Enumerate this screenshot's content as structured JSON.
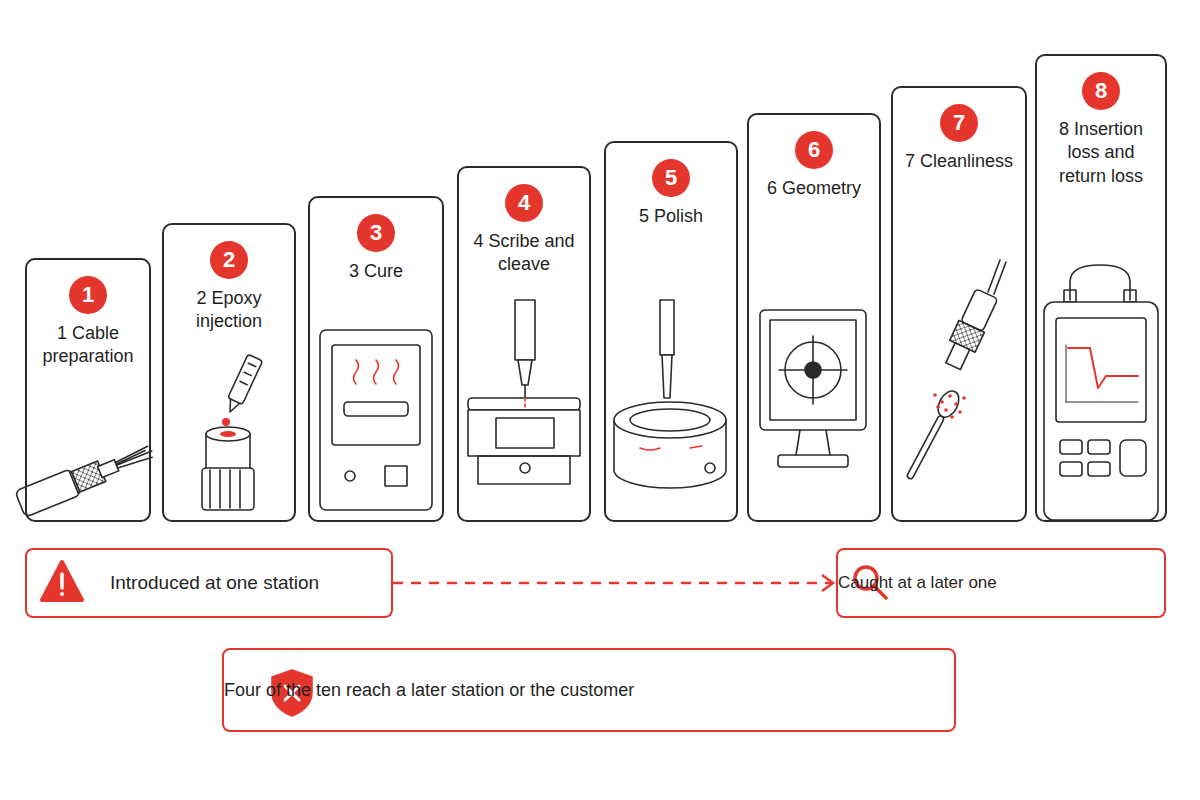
{
  "diagram": {
    "nodes": [
      {
        "text": [
          "1 Cable preparation"
        ]
      },
      {
        "text": [
          "1"
        ],
        "in": 0
      },
      {
        "text": [
          "2 Epoxy injection"
        ]
      },
      {
        "text": [
          "2"
        ],
        "in": 2
      },
      {
        "text": [
          "3 Cure"
        ]
      },
      {
        "text": [
          "3"
        ],
        "in": 4
      },
      {
        "text": [
          "4 Scribe and cleave"
        ]
      },
      {
        "text": [
          "4"
        ],
        "in": 6
      },
      {
        "text": [
          "5 Polish"
        ]
      },
      {
        "text": [
          "5"
        ],
        "in": 8
      },
      {
        "text": [
          "6 Geometry"
        ]
      },
      {
        "text": [
          "6"
        ],
        "in": 10
      },
      {
        "text": [
          "7 Cleanliness"
        ]
      },
      {
        "text": [
          "7"
        ],
        "in": 12
      },
      {
        "text": [
          "8 Insertion loss and return loss"
        ]
      },
      {
        "text": [
          "8"
        ],
        "in": 14
      },
      {
        "text": [
          "Introduced at one station"
        ]
      },
      {
        "text": [
          "Caught at a later one"
        ]
      },
      {
        "text": [
          "Four of the ten reach a later station or the customer"
        ]
      }
    ],
    "edges": [
      {
        "from": 16,
        "to": 17,
        "arrow": "to"
      }
    ]
  }
}
